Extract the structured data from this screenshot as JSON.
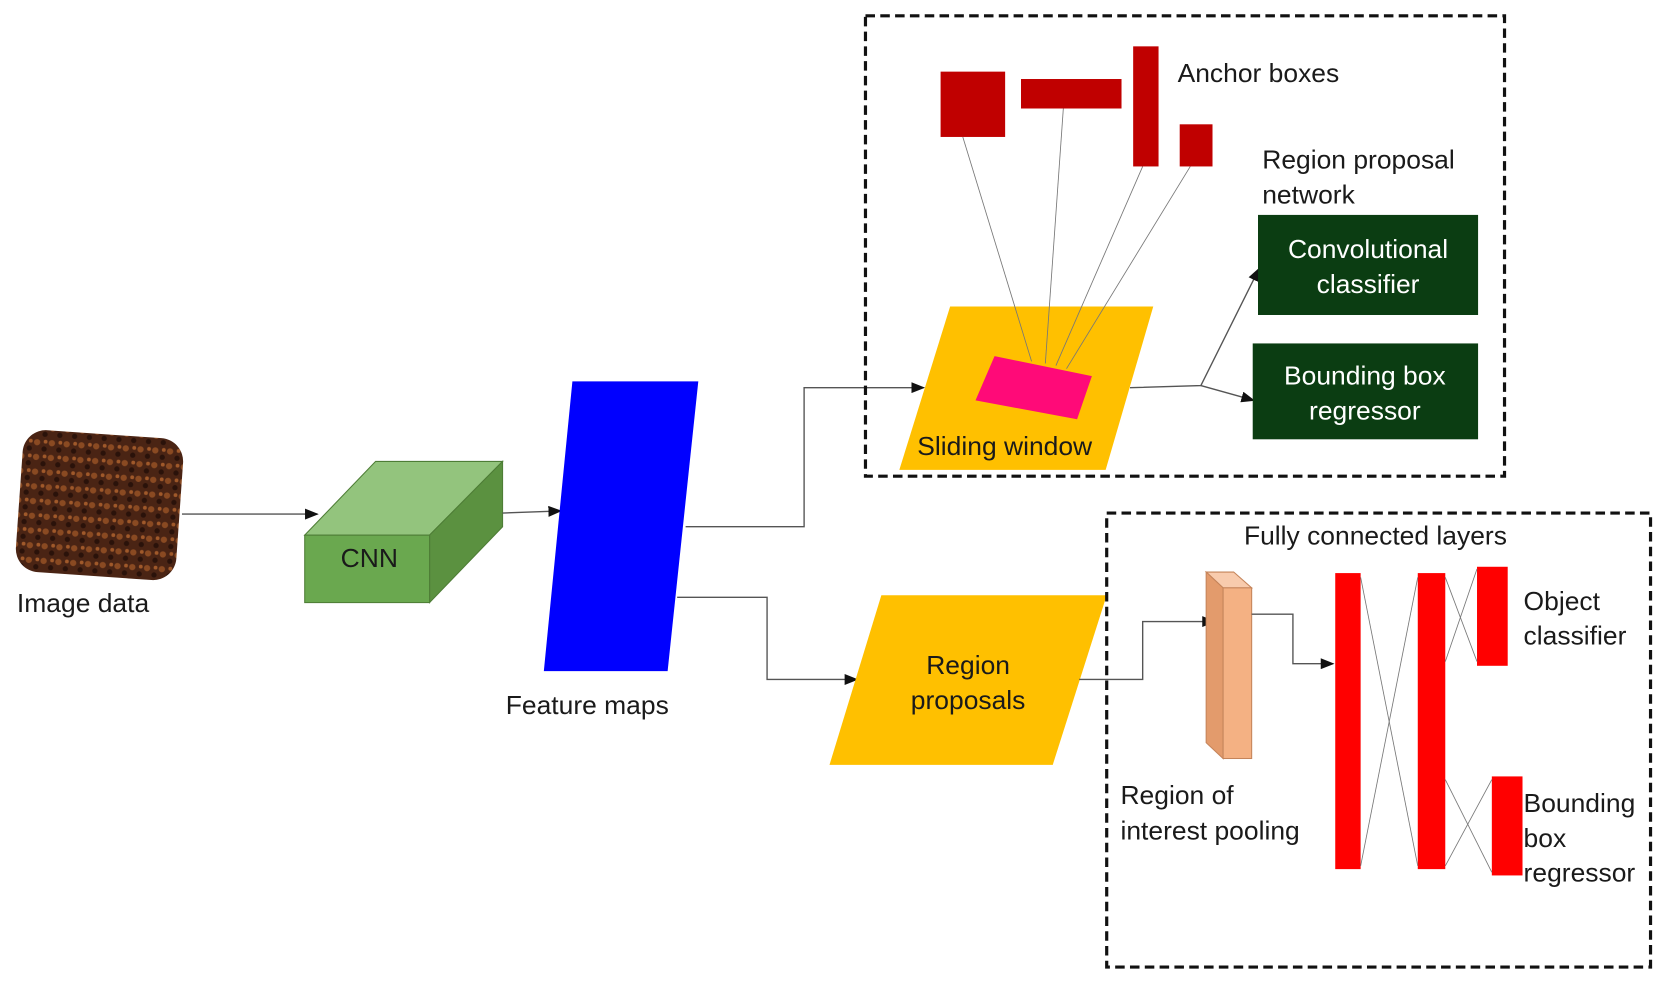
{
  "labels": {
    "image_data": "Image data",
    "cnn": "CNN",
    "feature_maps": "Feature maps",
    "anchor_boxes": "Anchor boxes",
    "rpn_line1": "Region proposal",
    "rpn_line2": "network",
    "conv_classifier_line1": "Convolutional",
    "conv_classifier_line2": "classifier",
    "bbox_reg_line1": "Bounding box",
    "bbox_reg_line2": "regressor",
    "sliding_window": "Sliding window",
    "region_proposals_line1": "Region",
    "region_proposals_line2": "proposals",
    "fully_connected": "Fully connected layers",
    "roi_line1": "Region of",
    "roi_line2": "interest pooling",
    "object_classifier_line1": "Object",
    "object_classifier_line2": "classifier",
    "fc_bbox_line1": "Bounding",
    "fc_bbox_line2": "box",
    "fc_bbox_line3": "regressor"
  },
  "colors": {
    "cnn_front": "#6aa84f",
    "feature_maps": "#0000ff",
    "anchor": "#c00000",
    "yellow": "#ffc000",
    "window": "#ff0a78",
    "dark_green": "#0b3d12",
    "roi": "#f4b183",
    "fc": "#ff0000"
  }
}
